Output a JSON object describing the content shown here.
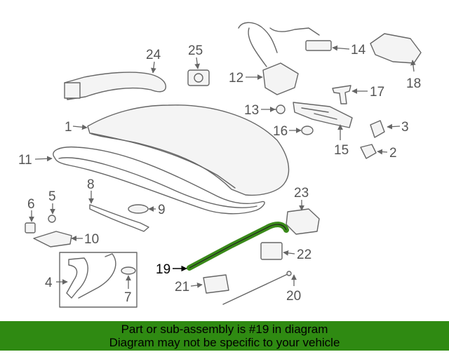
{
  "diagram": {
    "callouts": [
      "1",
      "2",
      "3",
      "4",
      "5",
      "6",
      "7",
      "8",
      "9",
      "10",
      "11",
      "12",
      "13",
      "14",
      "15",
      "16",
      "17",
      "18",
      "19",
      "20",
      "21",
      "22",
      "23",
      "24",
      "25"
    ],
    "highlighted": "19",
    "highlight_color": "#3a8a1a"
  },
  "banner": {
    "line1": "Part or sub-assembly is #19 in diagram",
    "line2": "Diagram may not be specific to your vehicle",
    "background": "#2f8a12"
  }
}
